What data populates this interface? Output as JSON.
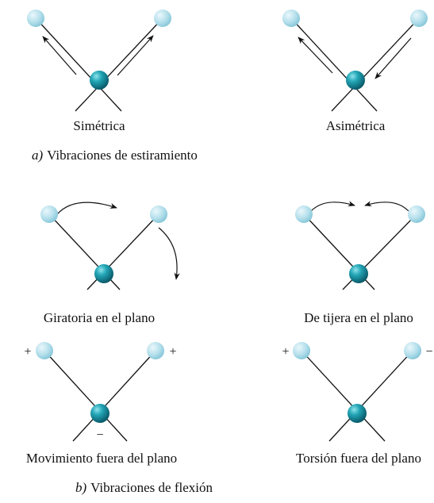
{
  "section_a": {
    "letter": "a)",
    "title": "Vibraciones de estiramiento",
    "modes": [
      {
        "label": "Simétrica"
      },
      {
        "label": "Asimétrica"
      }
    ]
  },
  "section_b": {
    "letter": "b)",
    "title": "Vibraciones de flexión",
    "modes": [
      {
        "label": "Giratoria en el plano"
      },
      {
        "label": "De tijera en el plano"
      },
      {
        "label": "Movimiento fuera del plano",
        "signs": [
          "+",
          "+",
          "−"
        ]
      },
      {
        "label": "Torsión fuera del plano",
        "signs": [
          "+",
          "−"
        ]
      }
    ]
  },
  "colors": {
    "central_atom": "#1a8a9a",
    "outer_atom": "#a9dbe8",
    "line": "#111111"
  }
}
